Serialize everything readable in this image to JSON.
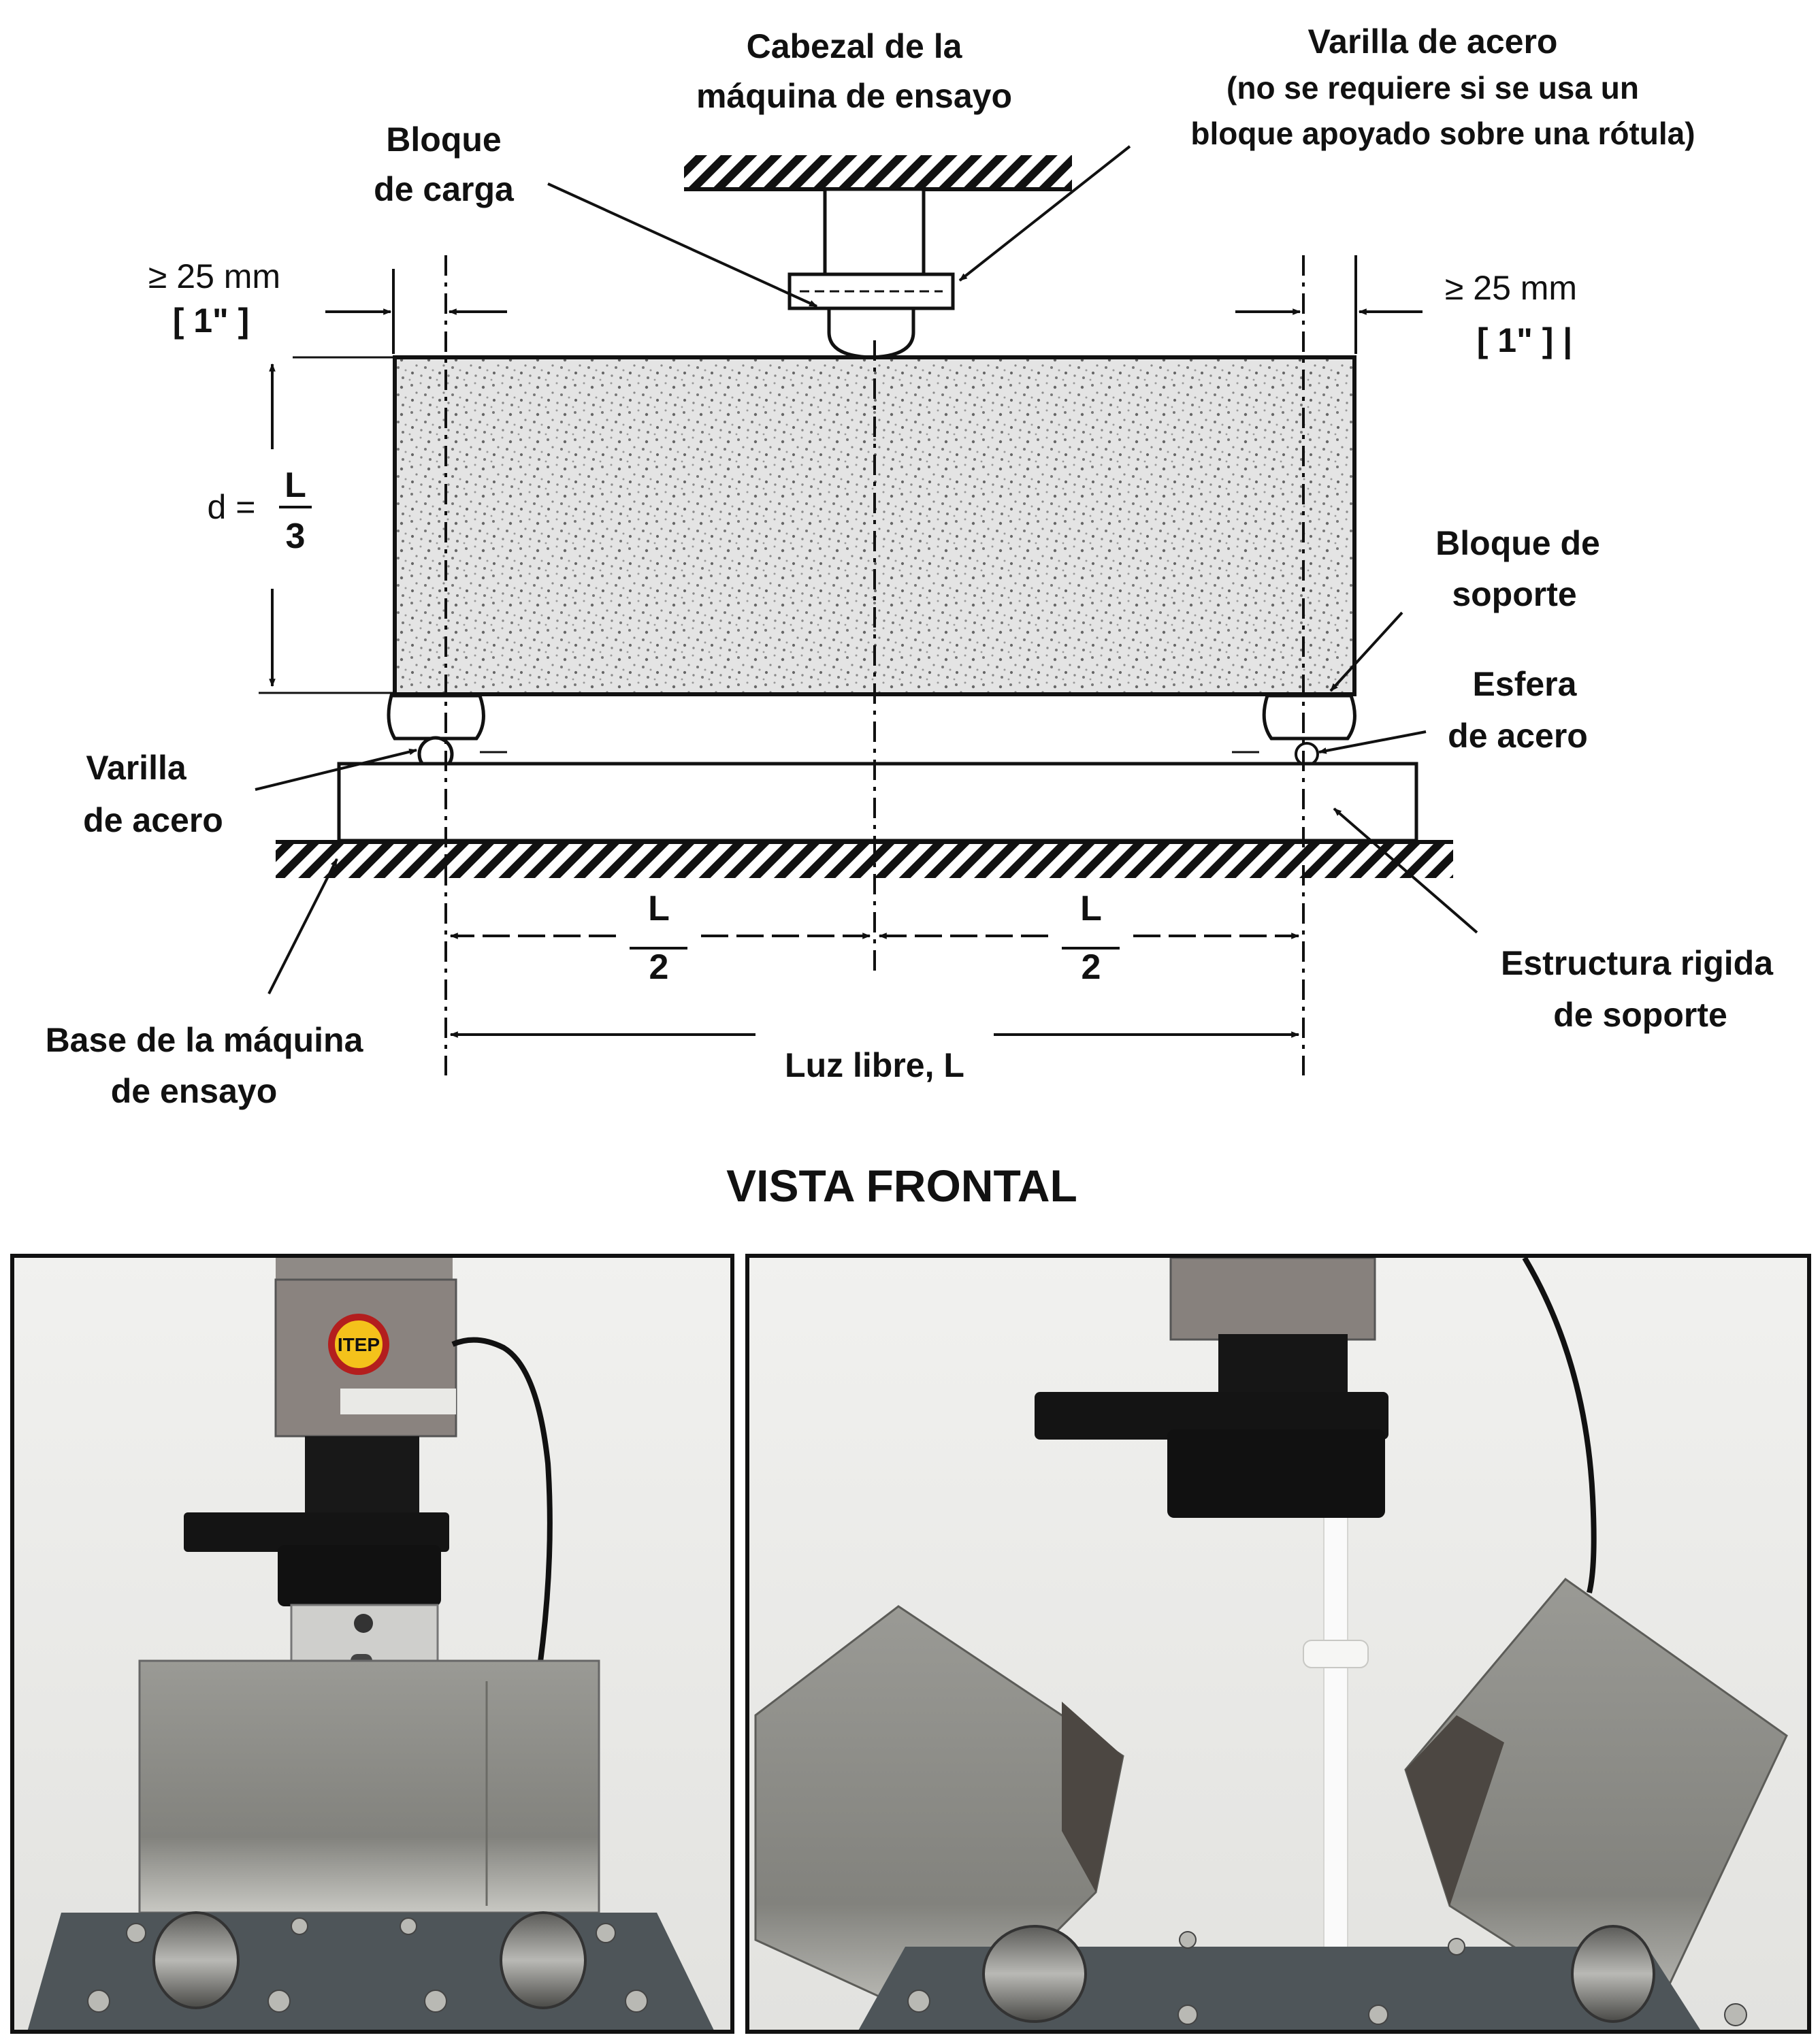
{
  "diagram": {
    "title": "VISTA FRONTAL",
    "labels": {
      "cabezal_1": "Cabezal de la",
      "cabezal_2": "máquina de ensayo",
      "varilla_top_1": "Varilla de acero",
      "varilla_top_2": "(no se requiere si se usa un",
      "varilla_top_3": "bloque apoyado sobre una rótula)",
      "bloque_carga_1": "Bloque",
      "bloque_carga_2": "de carga",
      "dim_left_1": "≥ 25 mm",
      "dim_left_2": "[ 1\" ]",
      "dim_right_1": "≥ 25 mm",
      "dim_right_2": "[ 1\" ] |",
      "d_prefix": "d =",
      "d_num": "L",
      "d_den": "3",
      "bloque_soporte_1": "Bloque de",
      "bloque_soporte_2": "soporte",
      "esfera_1": "Esfera",
      "esfera_2": "de acero",
      "varilla_bottom_1": "Varilla",
      "varilla_bottom_2": "de acero",
      "base_1": "Base de la máquina",
      "base_2": "de ensayo",
      "estructura_1": "Estructura rigida",
      "estructura_2": "de soporte",
      "half_left_num": "L",
      "half_left_den": "2",
      "half_right_num": "L",
      "half_right_den": "2",
      "luz": "Luz libre, L"
    }
  },
  "photos": {
    "left": {
      "description_icon": "photo-beam-before-test",
      "logo_text": "ITEP"
    },
    "right": {
      "description_icon": "photo-beam-after-failure"
    }
  },
  "colors": {
    "ink": "#111111",
    "concrete": "#8d8d89",
    "steel": "#9a9a96",
    "black_part": "#151515",
    "wall": "#ebebe9"
  }
}
